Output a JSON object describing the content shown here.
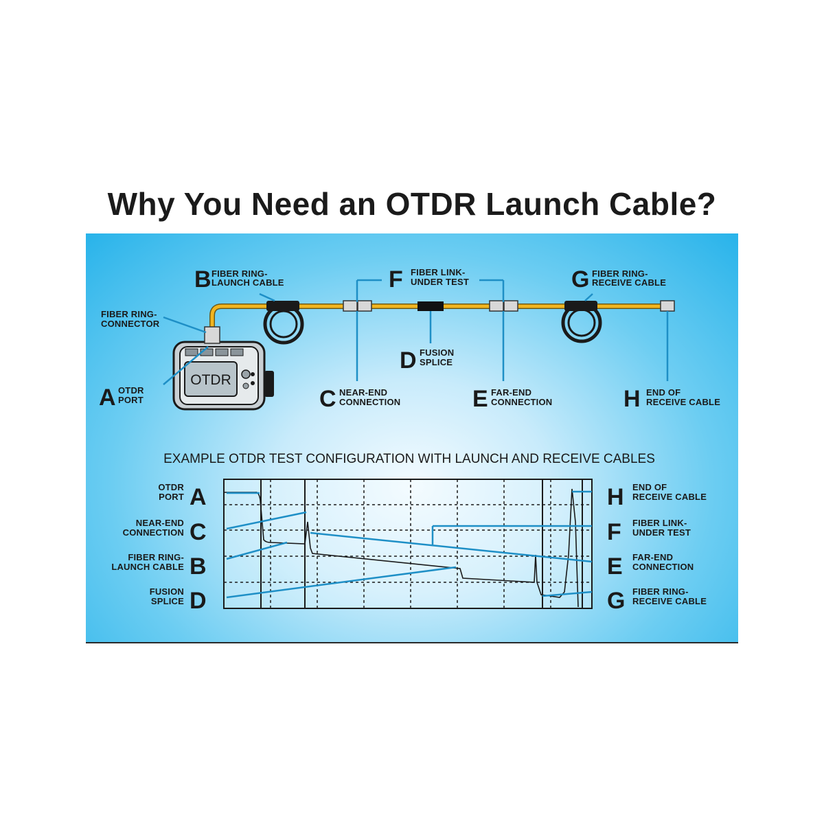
{
  "title": "Why You Need an OTDR Launch Cable?",
  "top_diagram": {
    "device_label": "OTDR",
    "callouts": {
      "B": {
        "letter": "B",
        "line1": "FIBER RING-",
        "line2": "LAUNCH CABLE"
      },
      "F": {
        "letter": "F",
        "line1": "FIBER LINK-",
        "line2": "UNDER TEST"
      },
      "G": {
        "letter": "G",
        "line1": "FIBER RING-",
        "line2": "RECEIVE CABLE"
      },
      "connector": {
        "line1": "FIBER RING-",
        "line2": "CONNECTOR"
      },
      "A": {
        "letter": "A",
        "line1": "OTDR",
        "line2": "PORT"
      },
      "C": {
        "letter": "C",
        "line1": "NEAR-END",
        "line2": "CONNECTION"
      },
      "D": {
        "letter": "D",
        "line1": "FUSION",
        "line2": "SPLICE"
      },
      "E": {
        "letter": "E",
        "line1": "FAR-END",
        "line2": "CONNECTION"
      },
      "H": {
        "letter": "H",
        "line1": "END OF",
        "line2": "RECEIVE CABLE"
      }
    }
  },
  "example": {
    "subtitle": "EXAMPLE OTDR TEST CONFIGURATION WITH LAUNCH AND RECEIVE CABLES",
    "left_labels": [
      {
        "letter": "A",
        "line1": "OTDR",
        "line2": "PORT"
      },
      {
        "letter": "C",
        "line1": "NEAR-END",
        "line2": "CONNECTION"
      },
      {
        "letter": "B",
        "line1": "FIBER RING-",
        "line2": "LAUNCH CABLE"
      },
      {
        "letter": "D",
        "line1": "FUSION",
        "line2": "SPLICE"
      }
    ],
    "right_labels": [
      {
        "letter": "H",
        "line1": "END OF",
        "line2": "RECEIVE CABLE"
      },
      {
        "letter": "F",
        "line1": "FIBER LINK-",
        "line2": "UNDER TEST"
      },
      {
        "letter": "E",
        "line1": "FAR-END",
        "line2": "CONNECTION"
      },
      {
        "letter": "G",
        "line1": "FIBER RING-",
        "line2": "RECEIVE CABLE"
      }
    ]
  },
  "colors": {
    "fiber": "#f2b51f",
    "callout_line": "#1e8fc6",
    "text": "#1a1a1a",
    "panel_edge": "#28b3ea",
    "panel_center": "#f4fbff"
  }
}
